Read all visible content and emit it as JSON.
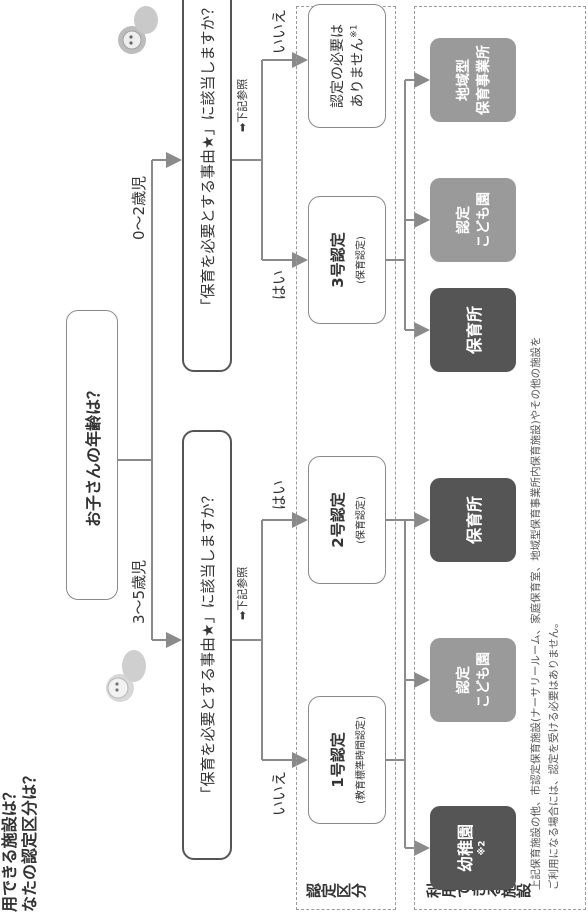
{
  "header": {
    "line1": "用できる施設は？",
    "line2": "なたの認定区分は？"
  },
  "question_age": "お子さんの年齢は？",
  "age_3_5": "3〜5歳児",
  "age_0_2": "0〜2歳児",
  "question_need": "「保育を必要とする事由★」に該当しますか？",
  "see_below": "➡下記参照",
  "yes_label": "はい",
  "no_label": "いいえ",
  "certification_section": "認定区分",
  "facility_section": "利用できる施設",
  "cert1": {
    "title": "1号認定",
    "sub": "(教育標準時間認定)"
  },
  "cert2": {
    "title": "2号認定",
    "sub": "(保育認定)"
  },
  "cert3": {
    "title": "3号認定",
    "sub": "(保育認定)"
  },
  "no_cert": {
    "line1": "認定の必要は",
    "line2": "ありません",
    "note": "※1"
  },
  "facilities": {
    "kindergarten": {
      "label": "幼稚園",
      "note": "※2"
    },
    "kodomo_en_1": {
      "line1": "認定",
      "line2": "こども園"
    },
    "hoikusho_1": {
      "label": "保育所"
    },
    "hoikusho_2": {
      "label": "保育所"
    },
    "kodomo_en_2": {
      "line1": "認定",
      "line2": "こども園"
    },
    "chiiki": {
      "line1": "地域型",
      "line2": "保育事業所"
    }
  },
  "footnote": {
    "line1": "上記保育施設の他、市認定保育施設(ナーサリールーム、家庭保育室、地域型保育事業所内保育施設)やその他の施設を",
    "line2": "ご利用になる場合には、認定を受ける必要はありません。"
  },
  "colors": {
    "dark_facility": "#555555",
    "light_facility": "#9a9a9a",
    "line": "#8a8a8a"
  }
}
